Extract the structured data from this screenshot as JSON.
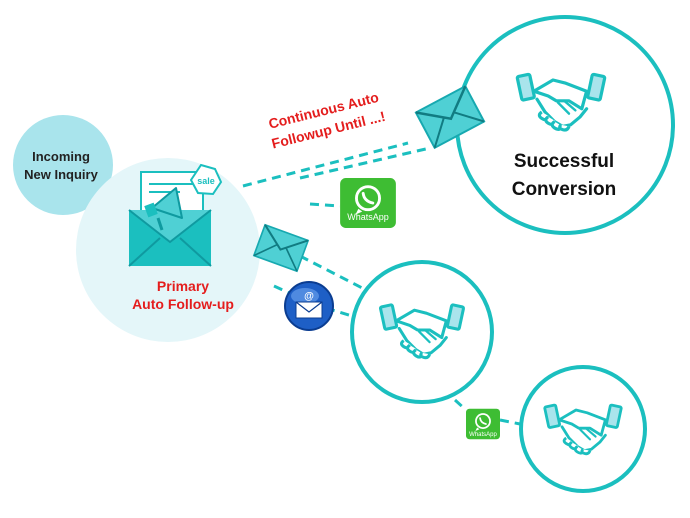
{
  "incoming": {
    "line1": "Incoming",
    "line2": "New Inquiry"
  },
  "primary": {
    "line1": "Primary",
    "line2": "Auto Follow-up"
  },
  "success": {
    "line1": "Successful",
    "line2": "Conversion"
  },
  "continuous": {
    "line1": "Continuous Auto",
    "line2": "Followup Until ...!"
  },
  "sale_tag": "sale",
  "whatsapp_label": "WhatsApp",
  "icons": [
    "megaphone-icon",
    "envelope-icon",
    "whatsapp-icon",
    "email-at-icon",
    "handshake-icon"
  ],
  "colors": {
    "teal": "#1bbfbf",
    "light_teal": "#a9e4ec",
    "pale_teal": "#e4f6f9",
    "red": "#e41d1d",
    "whatsapp_green": "#3ebd33",
    "email_blue": "#1e5fc6"
  }
}
